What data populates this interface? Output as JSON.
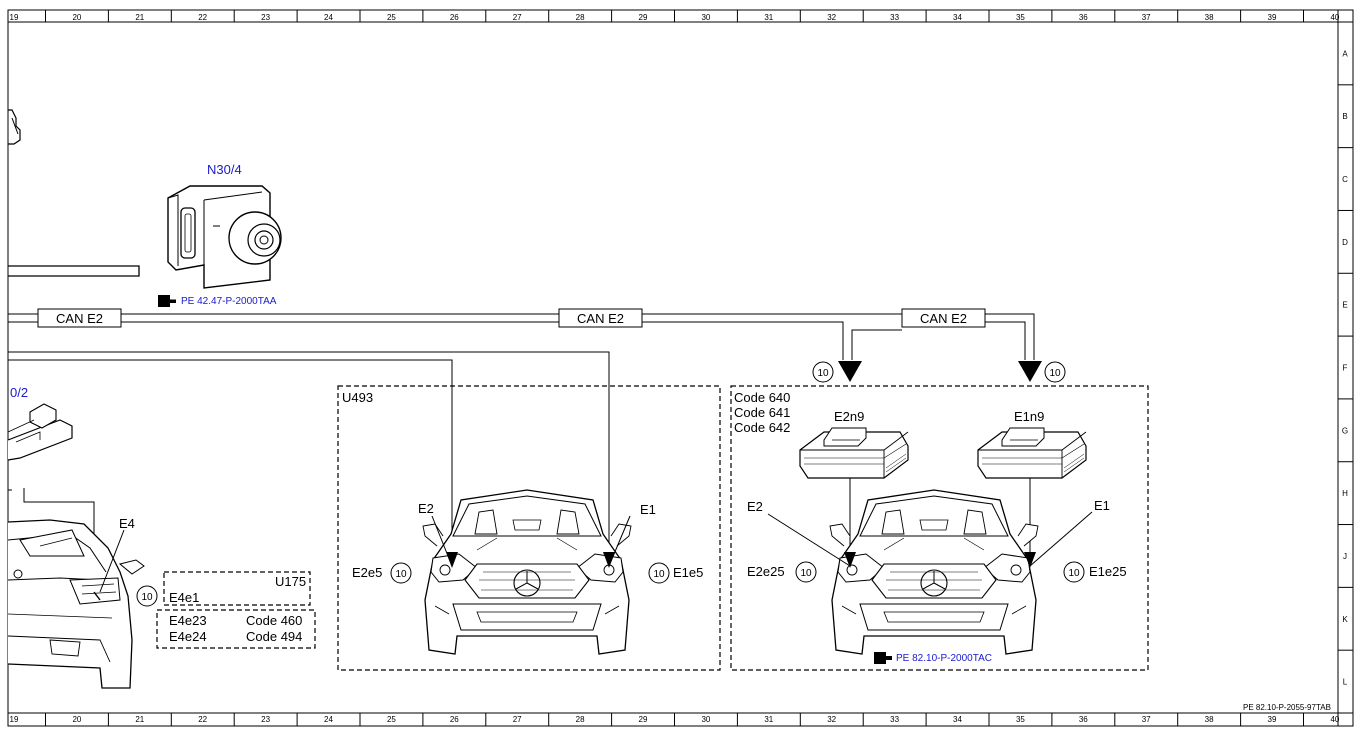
{
  "grid": {
    "columns": [
      "19",
      "20",
      "21",
      "22",
      "23",
      "24",
      "25",
      "26",
      "27",
      "28",
      "29",
      "30",
      "31",
      "32",
      "33",
      "34",
      "35",
      "36",
      "37",
      "38",
      "39",
      "40"
    ],
    "rows": [
      "A",
      "B",
      "C",
      "D",
      "E",
      "F",
      "G",
      "H",
      "J",
      "K",
      "L"
    ]
  },
  "components": {
    "n30_4": {
      "label": "N30/4",
      "ref": "PE 42.47-P-2000TAA"
    },
    "partial_label": "0/2",
    "e4": {
      "label": "E4",
      "circle": "10"
    }
  },
  "bus": {
    "label1": "CAN E2",
    "label2": "CAN E2",
    "label3": "CAN E2",
    "circle_left": "10",
    "circle_right": "10"
  },
  "boxes": {
    "u175": {
      "title": "U175",
      "item": "E4e1"
    },
    "codes_rear": {
      "item1": "E4e23",
      "code1": "Code 460",
      "item2": "E4e24",
      "code2": "Code 494"
    },
    "u493": {
      "title": "U493",
      "e2": "E2",
      "e1": "E1",
      "e2e5": "E2e5",
      "e1e5": "E1e5",
      "circle_left": "10",
      "circle_right": "10"
    },
    "codes_led": {
      "code_a": "Code 640",
      "code_b": "Code 641",
      "code_c": "Code 642",
      "e2n9": "E2n9",
      "e1n9": "E1n9",
      "e2": "E2",
      "e1": "E1",
      "e2e25": "E2e25",
      "e1e25": "E1e25",
      "circle_left": "10",
      "circle_right": "10",
      "ref": "PE 82.10-P-2000TAC"
    }
  },
  "footer_ref": "PE 82.10-P-2055-97TAB",
  "colors": {
    "link_blue": "#1a1ad0",
    "line": "#000000"
  }
}
